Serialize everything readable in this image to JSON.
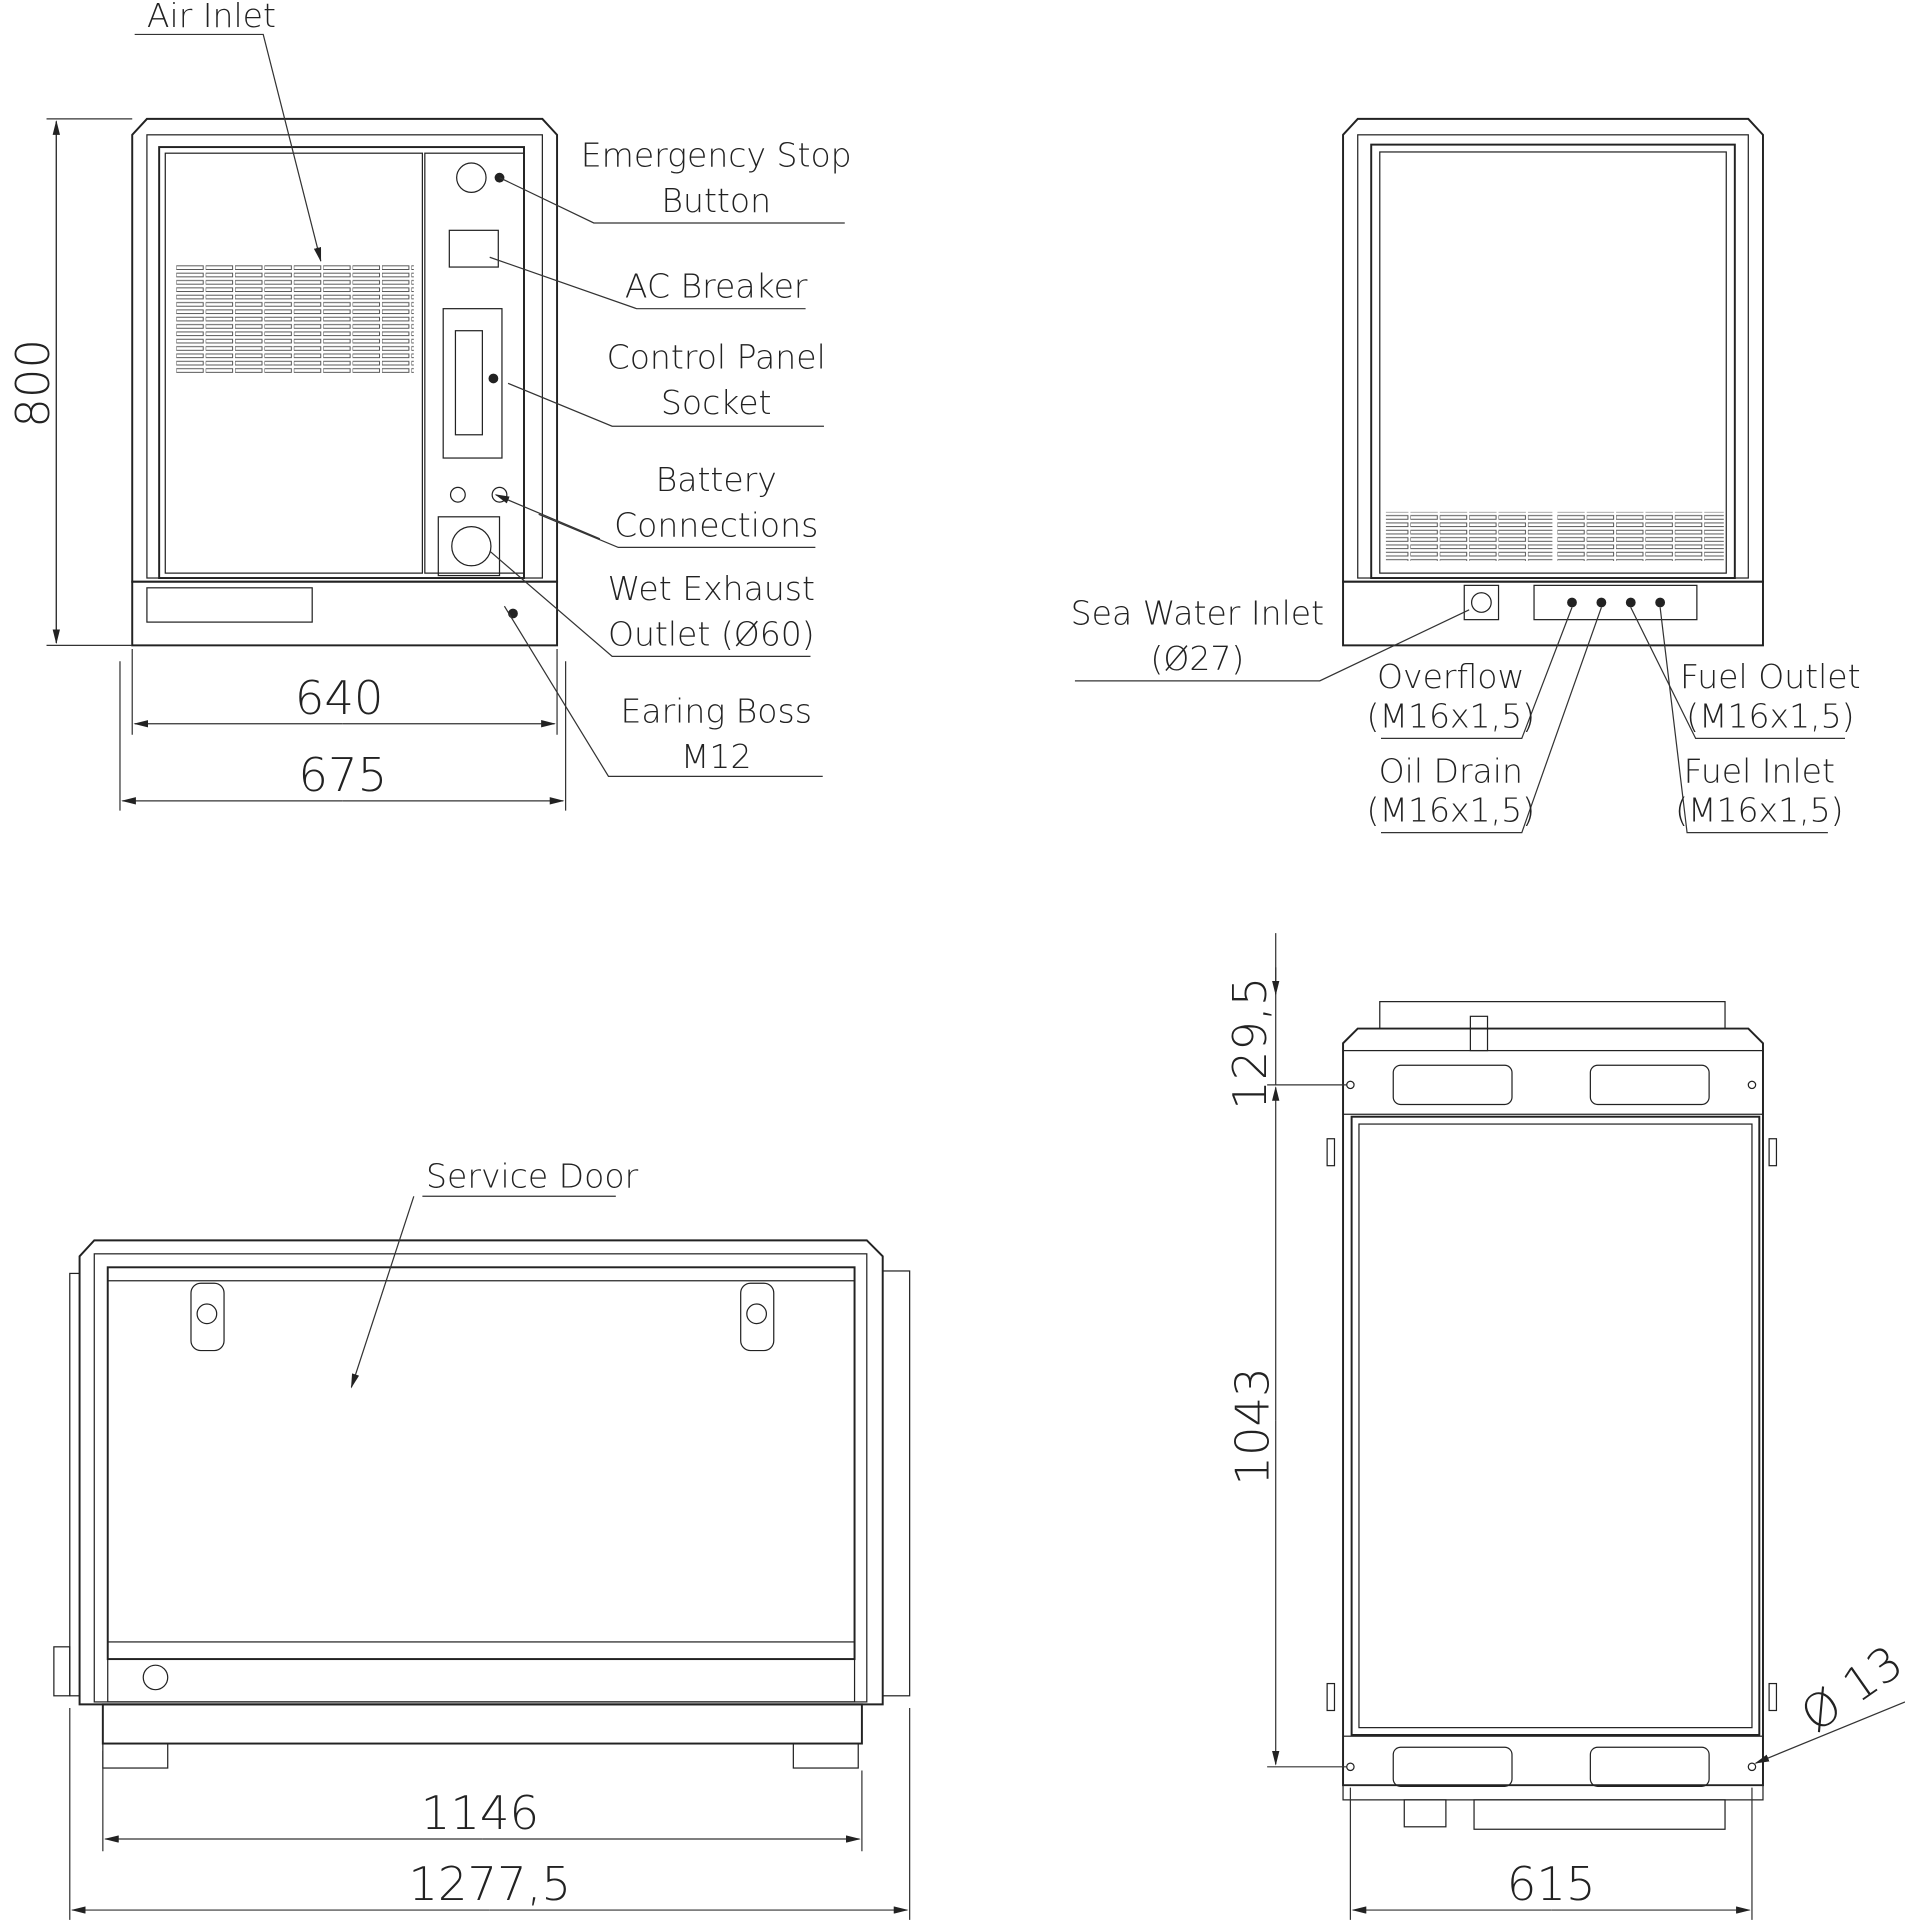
{
  "front_view": {
    "labels": {
      "air_inlet": "Air Inlet",
      "emergency_stop": [
        "Emergency Stop",
        "Button"
      ],
      "ac_breaker": "AC Breaker",
      "control_panel_socket": [
        "Control Panel",
        "Socket"
      ],
      "battery_connections": [
        "Battery",
        "Connections"
      ],
      "wet_exhaust": [
        "Wet Exhaust",
        "Outlet (Ø60)"
      ],
      "earing_boss": [
        "Earing Boss",
        "M12"
      ]
    },
    "dimensions": {
      "height": "800",
      "inner_width": "640",
      "outer_width": "675"
    }
  },
  "rear_view": {
    "labels": {
      "sea_water_inlet": [
        "Sea Water Inlet",
        "(Ø27)"
      ],
      "overflow": [
        "Overflow",
        "(M16x1,5)"
      ],
      "oil_drain": [
        "Oil Drain",
        "(M16x1,5)"
      ],
      "fuel_outlet": [
        "Fuel Outlet",
        "(M16x1,5)"
      ],
      "fuel_inlet": [
        "Fuel Inlet",
        "(M16x1,5)"
      ]
    }
  },
  "side_view": {
    "labels": {
      "service_door": "Service Door"
    },
    "dimensions": {
      "inner_length": "1146",
      "outer_length": "1277,5"
    }
  },
  "top_view": {
    "dimensions": {
      "top_offset": "129,5",
      "length": "1043",
      "width": "615",
      "hole": "Ø 13"
    }
  }
}
